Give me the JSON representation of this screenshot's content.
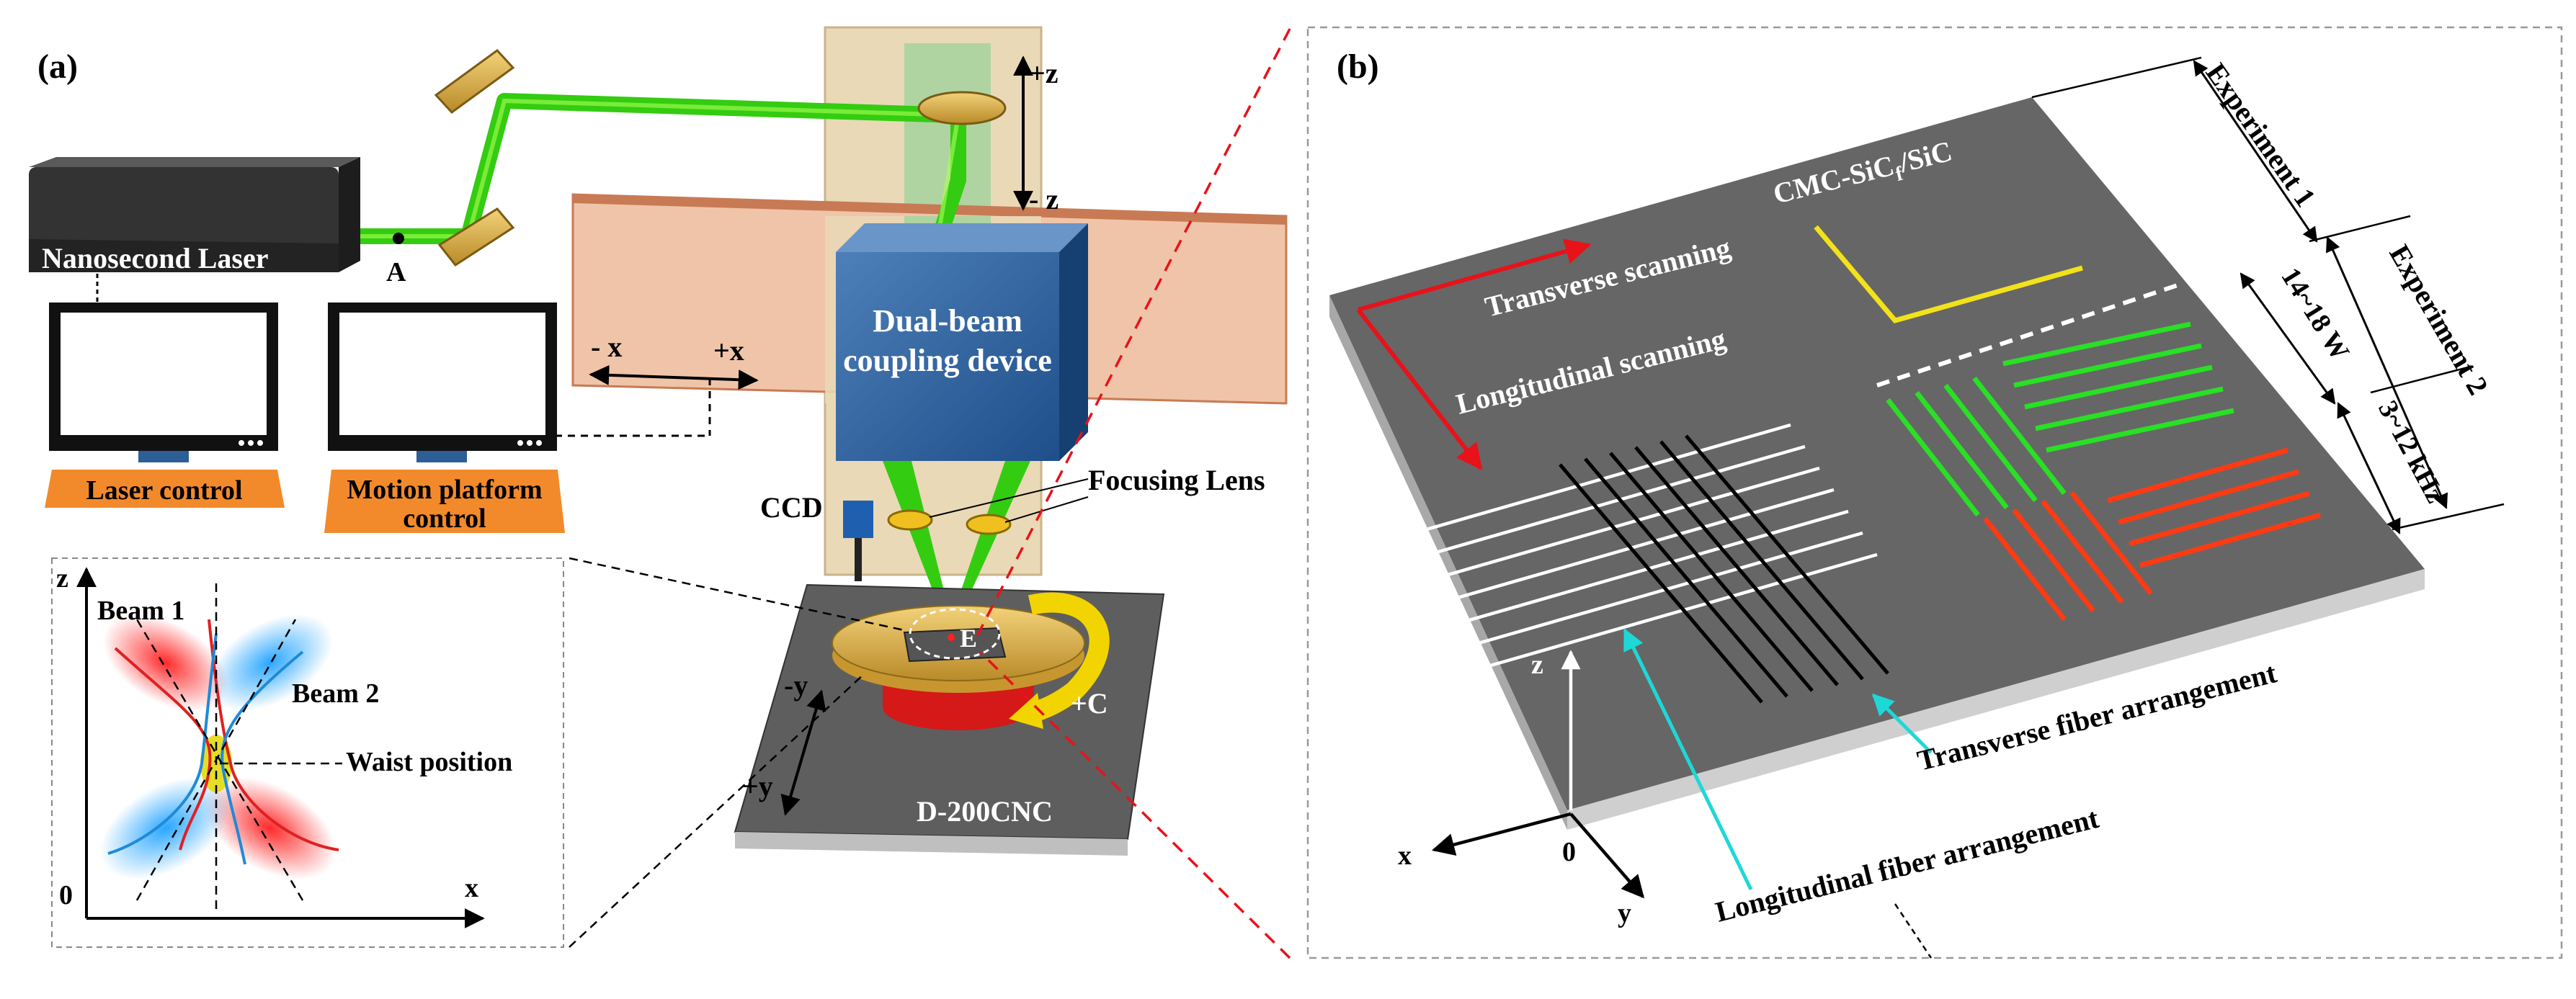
{
  "panel_a": {
    "label": "(a)",
    "laser": "Nanosecond Laser",
    "point_a": "A",
    "plus_z": "+z",
    "minus_z": "- z",
    "minus_x": "- x",
    "plus_x": "+x",
    "coupling_line1": "Dual-beam",
    "coupling_line2": "coupling device",
    "focusing_lens": "Focusing Lens",
    "ccd": "CCD",
    "laser_control": "Laser control",
    "motion_line1": "Motion platform",
    "motion_line2": "control",
    "point_e": "E",
    "minus_y": "-y",
    "plus_y": "+y",
    "plus_c": "+C",
    "stage_name": "D-200CNC",
    "inset": {
      "z": "z",
      "x": "x",
      "origin": "0",
      "beam1": "Beam 1",
      "beam2": "Beam 2",
      "waist": "Waist position"
    }
  },
  "panel_b": {
    "label": "(b)",
    "material": "CMC-SiC",
    "material_sub": "f",
    "material_tail": "/SiC",
    "transverse_scanning": "Transverse scanning",
    "longitudinal_scanning": "Longitudinal scanning",
    "experiment1": "Experiment 1",
    "experiment2": "Experiment 2",
    "power_range": "14~18 W",
    "freq_range": "3~12 kHz",
    "transverse_fiber": "Transverse fiber arrangement",
    "longitudinal_fiber": "Longitudinal fiber arrangement",
    "axis_z": "z",
    "axis_x": "x",
    "axis_y": "y",
    "origin": "0"
  }
}
